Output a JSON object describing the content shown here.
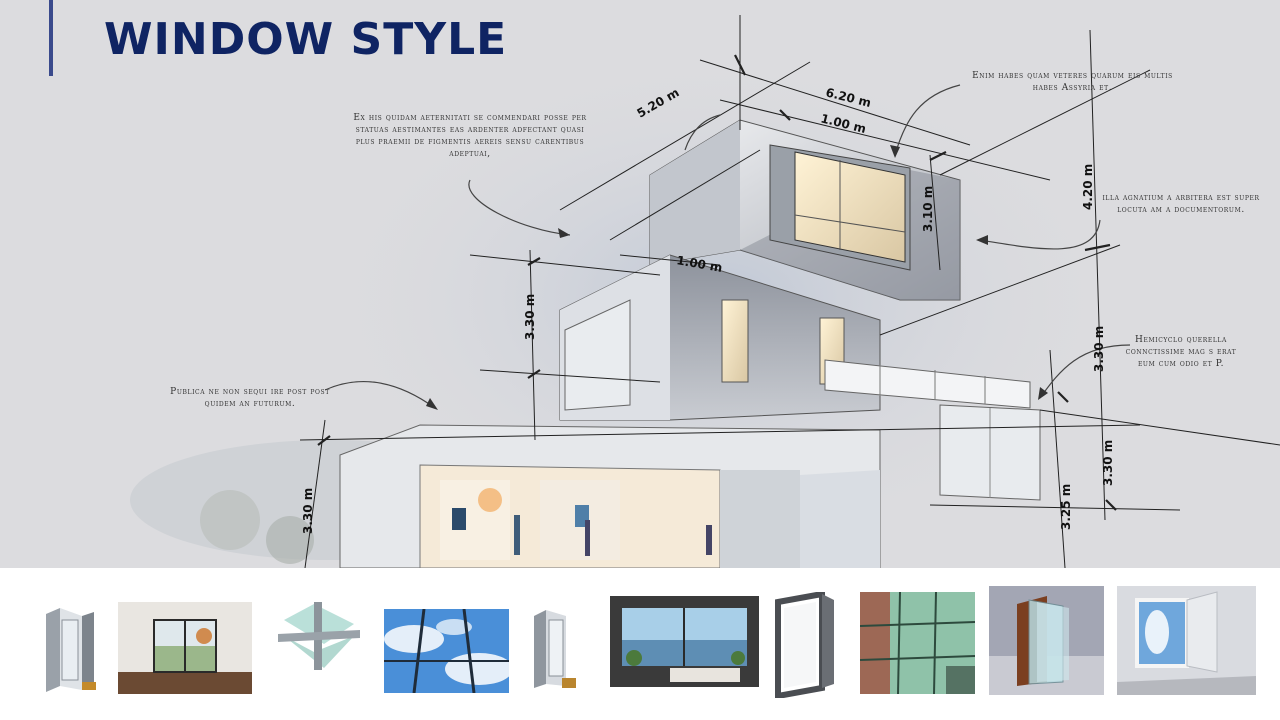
{
  "title": "WINDOW STYLE",
  "notes": {
    "top_left": "Ex his quidam aeternitati se commendari posse per statuas aestimantes eas ardenter adfectant quasi plus praemii de figmentis aereis sensu carentibus adeptuai,",
    "top_right": "Enim habes quam veteres quarum eis multis habes Assyria et.",
    "right_mid": "illa agnatium a arbitera est super locuta am a documentorum.",
    "right_low": "Hemicyclo querella connctissime mag s erat eum cum odio et P.",
    "left": "Publica ne non sequi ire post post quidem an futurum."
  },
  "dimensions": {
    "d1": "5.20 m",
    "d2": "6.20 m",
    "d3": "1.00 m",
    "d4": "4.20 m",
    "d5": "3.10 m",
    "d6": "1.00 m",
    "d7": "3.30 m",
    "d8": "3.30 m",
    "d9": "3.30 m",
    "d10": "3.30 m",
    "d11": "3.25 m"
  },
  "colors": {
    "title": "#0f2463",
    "accent_bar": "#3a4a8c",
    "background": "#dcdcdf"
  }
}
